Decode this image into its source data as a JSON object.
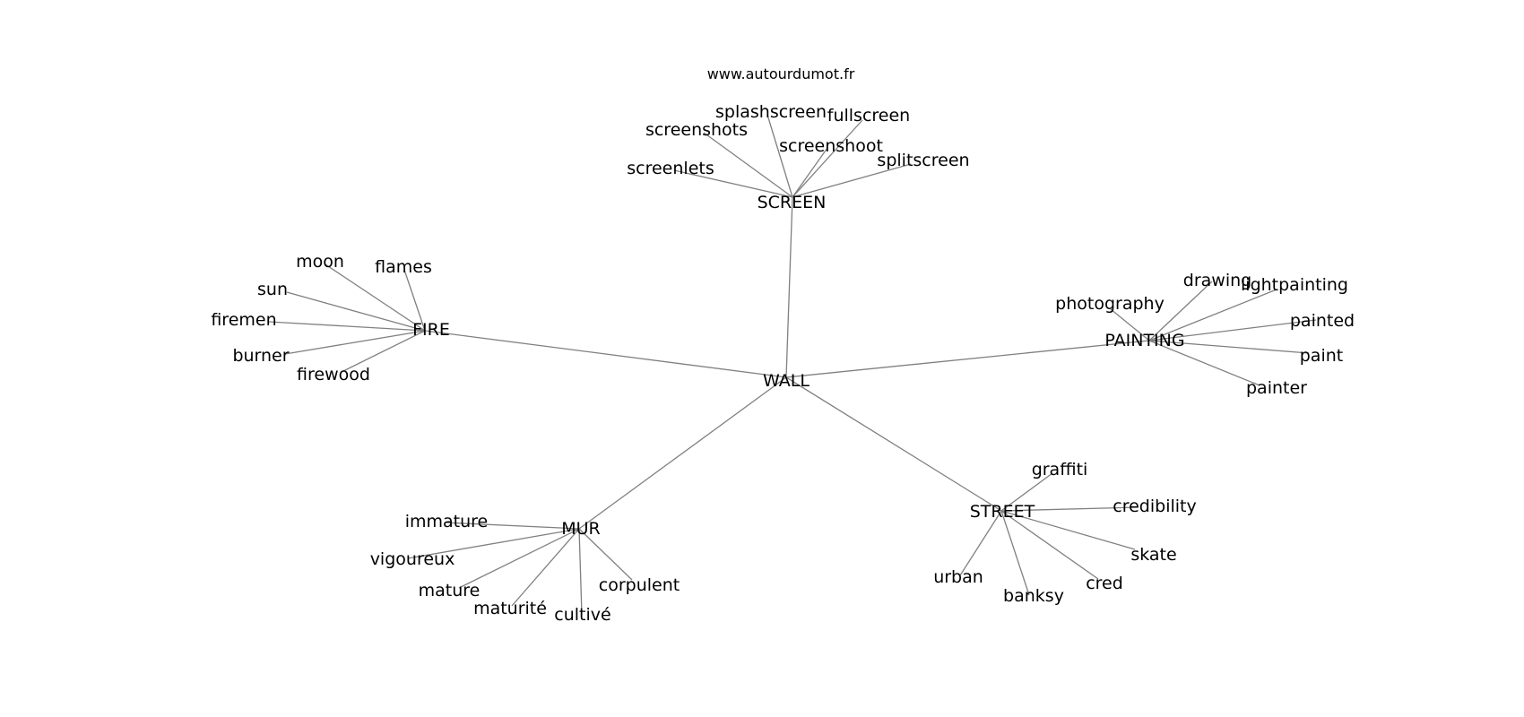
{
  "credit": "www.autourdumot.fr",
  "root": {
    "id": "wall",
    "label": "WALL"
  },
  "clusters": [
    {
      "id": "screen",
      "label": "SCREEN",
      "words": [
        "screenlets",
        "screenshots",
        "splashscreen",
        "screenshoot",
        "fullscreen",
        "splitscreen"
      ]
    },
    {
      "id": "fire",
      "label": "FIRE",
      "words": [
        "moon",
        "flames",
        "sun",
        "firemen",
        "burner",
        "firewood"
      ]
    },
    {
      "id": "painting",
      "label": "PAINTING",
      "words": [
        "photography",
        "drawing",
        "lightpainting",
        "painted",
        "paint",
        "painter"
      ]
    },
    {
      "id": "mur",
      "label": "MUR",
      "words": [
        "immature",
        "vigoureux",
        "mature",
        "maturité",
        "cultivé",
        "corpulent"
      ]
    },
    {
      "id": "street",
      "label": "STREET",
      "words": [
        "graffiti",
        "credibility",
        "skate",
        "cred",
        "banksy",
        "urban"
      ]
    }
  ],
  "colors": {
    "edge": "#808080",
    "text": "#000000",
    "background": "#ffffff"
  }
}
